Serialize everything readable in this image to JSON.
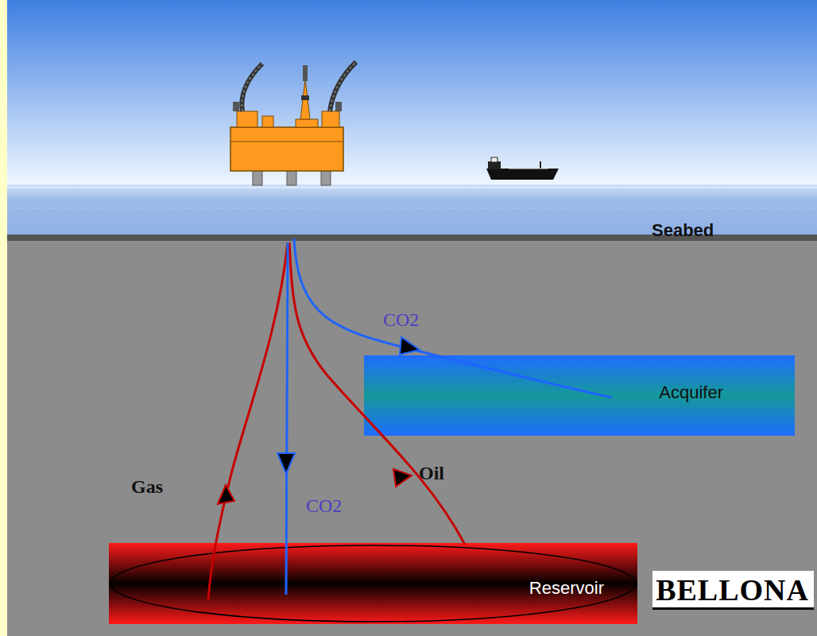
{
  "diagram": {
    "nodes": [
      {
        "text": [
          "Acquifer"
        ]
      },
      {
        "text": [
          "Reservoir"
        ]
      }
    ],
    "labels": [
      "Seabed",
      "CO2",
      "Gas",
      "Oil",
      "CO2",
      "BELLONA"
    ]
  }
}
